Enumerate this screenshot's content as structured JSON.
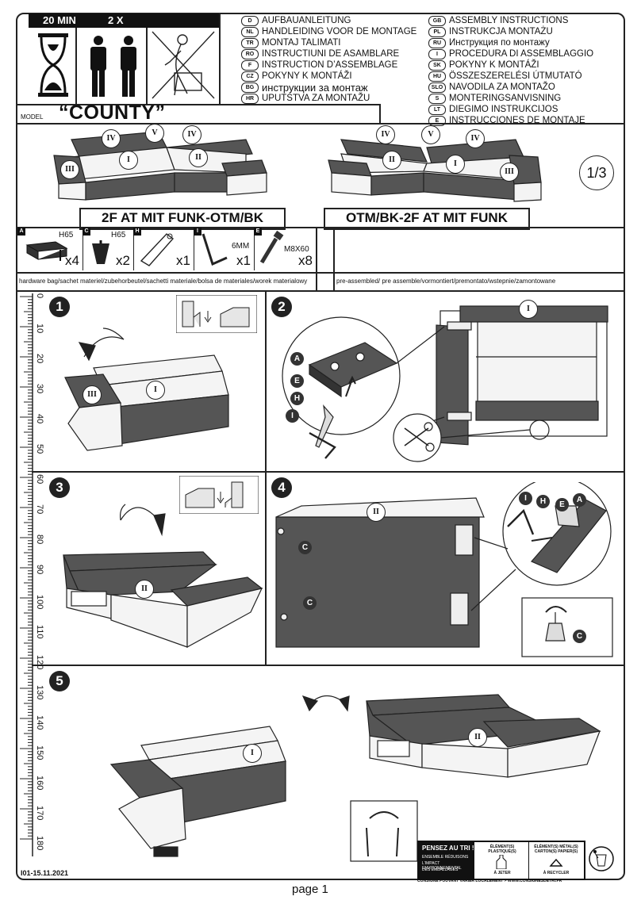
{
  "header": {
    "time_label": "20 MIN",
    "persons_label": "2 X"
  },
  "languages_left": [
    {
      "code": "D",
      "text": "AUFBAUANLEITUNG"
    },
    {
      "code": "NL",
      "text": "HANDLEIDING VOOR DE MONTAGE"
    },
    {
      "code": "TR",
      "text": "MONTAJ TALIMATI"
    },
    {
      "code": "RO",
      "text": "INSTRUCTIUNI DE ASAMBLARE"
    },
    {
      "code": "F",
      "text": "INSTRUCTION D’ASSEMBLAGE"
    },
    {
      "code": "CZ",
      "text": "POKYNY K MONTÁŽI"
    },
    {
      "code": "BG",
      "text": "инструкции за монтаж"
    },
    {
      "code": "HR",
      "text": "UPUTSTVA ZA MONTAŽU"
    }
  ],
  "languages_right": [
    {
      "code": "GB",
      "text": "ASSEMBLY INSTRUCTIONS"
    },
    {
      "code": "PL",
      "text": "INSTRUKCJA MONTAŻU"
    },
    {
      "code": "RU",
      "text": "Инструкция по монтажу"
    },
    {
      "code": "I",
      "text": "PROCEDURA DI ASSEMBLAGGIO"
    },
    {
      "code": "SK",
      "text": "POKYNY K MONTÁŽI"
    },
    {
      "code": "HU",
      "text": "ÖSSZESZERELÉSI ÚTMUTATÓ"
    },
    {
      "code": "SLO",
      "text": "NAVODILA ZA MONTAŽO"
    },
    {
      "code": "S",
      "text": "MONTERINGSANVISNING"
    },
    {
      "code": "LT",
      "text": "DIEGIMO INSTRUKCIJOS"
    },
    {
      "code": "E",
      "text": "INSTRUCCIONES DE MONTAJE"
    }
  ],
  "model": {
    "label": "MODEL",
    "name": "“COUNTY”"
  },
  "configs": {
    "left_title": "2F AT MIT FUNK-OTM/BK",
    "right_title": "OTM/BK-2F AT MIT FUNK",
    "page_fraction": "1/3",
    "parts": {
      "I": "I",
      "II": "II",
      "III": "III",
      "IV": "IV",
      "V": "V"
    }
  },
  "hardware": {
    "items": [
      {
        "key": "A",
        "size": "H65",
        "qty": "x4"
      },
      {
        "key": "C",
        "size": "H65",
        "qty": "x2"
      },
      {
        "key": "H",
        "size": "",
        "qty": "x1"
      },
      {
        "key": "I",
        "size": "6MM",
        "qty": "x1"
      },
      {
        "key": "E",
        "size": "M8X60",
        "qty": "x8"
      }
    ],
    "bag_caption": "hardware bag/sachet materiel/zubehorbeutel/sachetti materiale/bolsa de materiales/worek materialowy",
    "preassembled_caption": "pre-assembled/ pre assemble/vormontiert/premontato/wstepnie/zamontowane"
  },
  "steps": {
    "s1": "1",
    "s2": "2",
    "s3": "3",
    "s4": "4",
    "s5": "5",
    "callouts": {
      "A": "A",
      "E": "E",
      "H": "H",
      "I": "I",
      "C": "C"
    }
  },
  "ruler": {
    "labels": [
      "0",
      "10",
      "20",
      "30",
      "40",
      "50",
      "60",
      "70",
      "80",
      "90",
      "100",
      "110",
      "120",
      "130",
      "140",
      "150",
      "160",
      "170",
      "180"
    ]
  },
  "footer": {
    "doc_code": "I01-15.11.2021",
    "page": "page 1",
    "recycle_title": "PENSEZ AU TRI !",
    "recycle_sub1": "ENSEMBLE RÉDUISONS",
    "recycle_sub2": "L'IMPACT ENVIRONNEMENTAL",
    "recycle_sub3": "DES EMBALLAGES",
    "plastic_label": "ÉLÉMENT(S) PLASTIQUE(S)",
    "plastic_action": "À JETER",
    "paper_label": "ÉLÉMENT(S) MÉTAL(S) CARTON(S) PAPIER(S)",
    "paper_action": "À RECYCLER",
    "consigne": "CONSIGNE POUVANT VARIER LOCALEMENT > WWW.CONSIGNESDETRI.FR"
  },
  "colors": {
    "upholstery_dark": "#555555",
    "line": "#222222",
    "background": "#ffffff"
  }
}
